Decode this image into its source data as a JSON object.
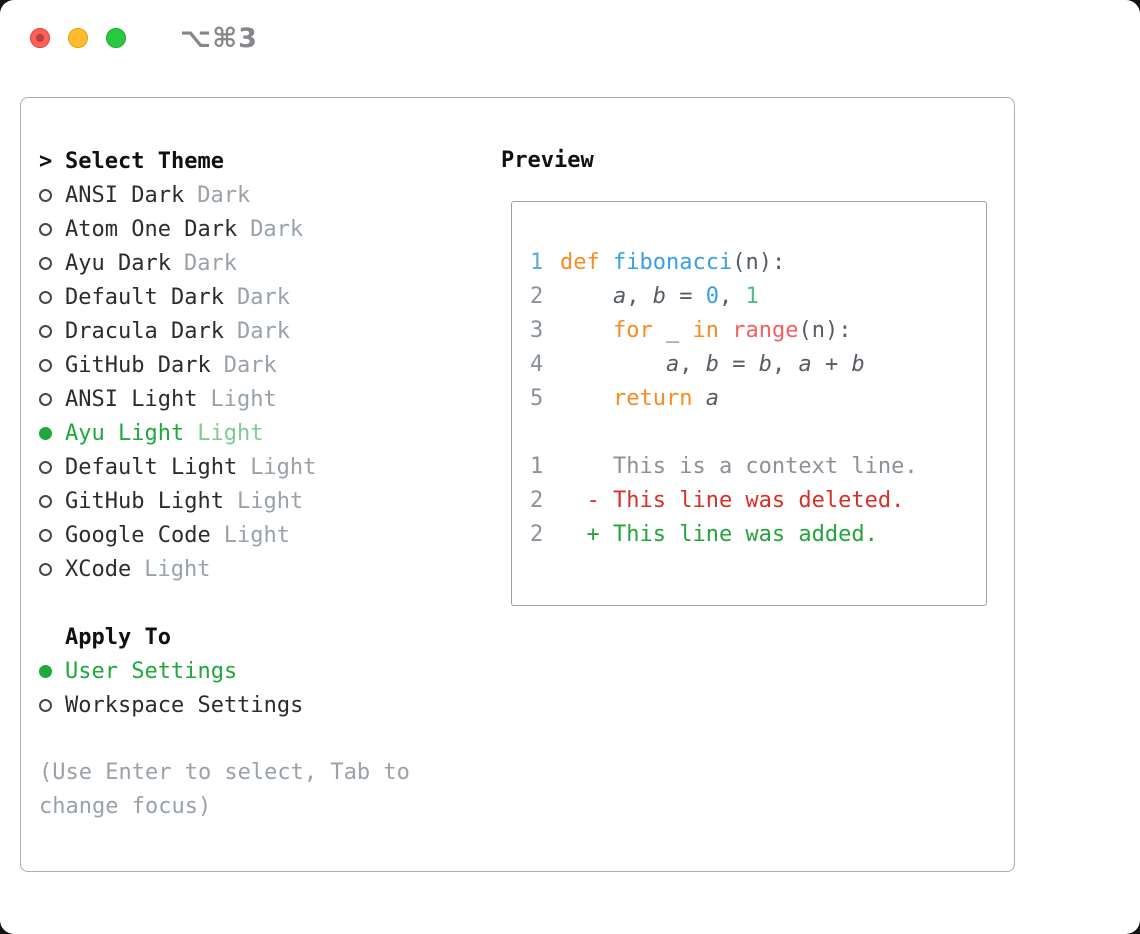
{
  "window": {
    "title": "⌥⌘3"
  },
  "colors": {
    "accent_green": "#1fa83d",
    "selected_variant_green": "#7fcb90",
    "text_dark": "#2a2d30",
    "muted_gray": "#9aa1a8",
    "code_default": "#565c63",
    "keyword_orange": "#f78c25",
    "function_blue": "#399ee6",
    "number_blue": "#399ee6",
    "number_green": "#4abf8a",
    "builtin_red": "#f56060",
    "context_gray": "#8a9199",
    "deleted_red": "#d83029",
    "added_green": "#24a43b",
    "line_number": "#8a9199",
    "line1_blue": "#5ca8dd",
    "traffic_red": "#ff5f57",
    "traffic_yellow": "#febc2e",
    "traffic_green": "#28c840"
  },
  "theme_selector": {
    "prompt": ">",
    "header": "Select Theme",
    "items": [
      {
        "label": "ANSI Dark",
        "variant": "Dark",
        "selected": false
      },
      {
        "label": "Atom One Dark",
        "variant": "Dark",
        "selected": false
      },
      {
        "label": "Ayu Dark",
        "variant": "Dark",
        "selected": false
      },
      {
        "label": "Default Dark",
        "variant": "Dark",
        "selected": false
      },
      {
        "label": "Dracula Dark",
        "variant": "Dark",
        "selected": false
      },
      {
        "label": "GitHub Dark",
        "variant": "Dark",
        "selected": false
      },
      {
        "label": "ANSI Light",
        "variant": "Light",
        "selected": false
      },
      {
        "label": "Ayu Light",
        "variant": "Light",
        "selected": true
      },
      {
        "label": "Default Light",
        "variant": "Light",
        "selected": false
      },
      {
        "label": "GitHub Light",
        "variant": "Light",
        "selected": false
      },
      {
        "label": "Google Code",
        "variant": "Light",
        "selected": false
      },
      {
        "label": "XCode",
        "variant": "Light",
        "selected": false
      }
    ]
  },
  "apply_to": {
    "header": "Apply To",
    "options": [
      {
        "label": "User Settings",
        "selected": true
      },
      {
        "label": "Workspace Settings",
        "selected": false
      }
    ]
  },
  "hint": "(Use Enter to select, Tab to change focus)",
  "preview": {
    "header": "Preview",
    "code_lines": [
      {
        "num": "1",
        "num_color": "line1_blue",
        "tokens": [
          {
            "t": "def",
            "c": "keyword_orange"
          },
          {
            "t": " "
          },
          {
            "t": "fibonacci",
            "c": "function_blue"
          },
          {
            "t": "(n):"
          }
        ]
      },
      {
        "num": "2",
        "tokens": [
          {
            "t": "    "
          },
          {
            "t": "a",
            "i": true
          },
          {
            "t": ", "
          },
          {
            "t": "b",
            "i": true
          },
          {
            "t": " = "
          },
          {
            "t": "0",
            "c": "number_blue"
          },
          {
            "t": ", "
          },
          {
            "t": "1",
            "c": "number_green"
          }
        ]
      },
      {
        "num": "3",
        "tokens": [
          {
            "t": "    "
          },
          {
            "t": "for",
            "c": "keyword_orange"
          },
          {
            "t": " _ "
          },
          {
            "t": "in",
            "c": "keyword_orange"
          },
          {
            "t": " "
          },
          {
            "t": "range",
            "c": "builtin_red"
          },
          {
            "t": "(n):"
          }
        ]
      },
      {
        "num": "4",
        "tokens": [
          {
            "t": "        "
          },
          {
            "t": "a",
            "i": true
          },
          {
            "t": ", "
          },
          {
            "t": "b",
            "i": true
          },
          {
            "t": " = "
          },
          {
            "t": "b",
            "i": true
          },
          {
            "t": ", "
          },
          {
            "t": "a",
            "i": true
          },
          {
            "t": " + "
          },
          {
            "t": "b",
            "i": true
          }
        ]
      },
      {
        "num": "5",
        "tokens": [
          {
            "t": "    "
          },
          {
            "t": "return",
            "c": "keyword_orange"
          },
          {
            "t": " "
          },
          {
            "t": "a",
            "i": true
          }
        ]
      }
    ],
    "diff_lines": [
      {
        "num": "1",
        "tokens": [
          {
            "t": "    This is a context line.",
            "c": "context_gray"
          }
        ]
      },
      {
        "num": "2",
        "tokens": [
          {
            "t": "  - This line was deleted.",
            "c": "deleted_red"
          }
        ]
      },
      {
        "num": "2",
        "tokens": [
          {
            "t": "  + This line was added.",
            "c": "added_green"
          }
        ]
      }
    ]
  }
}
